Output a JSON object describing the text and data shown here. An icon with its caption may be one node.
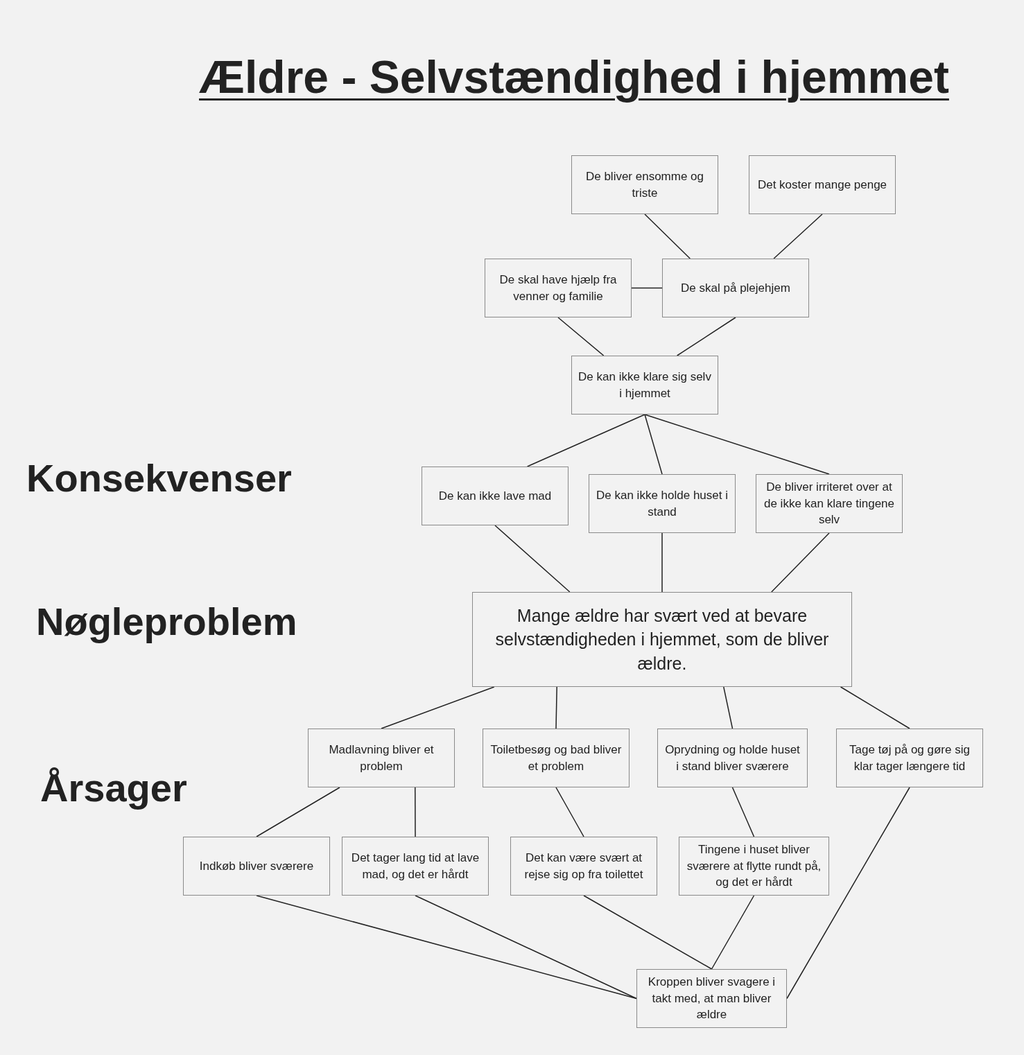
{
  "diagram": {
    "title": "Ældre - Selvstændighed i hjemmet",
    "nodes": [
      {
        "text": [
          "De bliver ensomme og triste"
        ]
      },
      {
        "text": [
          "Det koster mange penge"
        ]
      },
      {
        "text": [
          "De skal have hjælp fra venner og familie"
        ]
      },
      {
        "text": [
          "De skal på plejehjem"
        ]
      },
      {
        "text": [
          "De kan ikke klare sig selv i hjemmet"
        ]
      },
      {
        "text": [
          "De kan ikke lave mad"
        ]
      },
      {
        "text": [
          "De kan ikke holde huset i stand"
        ]
      },
      {
        "text": [
          "De bliver irriteret over at de ikke kan klare tingene selv"
        ]
      },
      {
        "text": [
          "Mange ældre har svært ved at bevare selvstændigheden i hjemmet, som de bliver ældre."
        ]
      },
      {
        "text": [
          "Madlavning bliver et problem"
        ]
      },
      {
        "text": [
          "Toiletbesøg og bad bliver et problem"
        ]
      },
      {
        "text": [
          "Oprydning og holde huset i stand bliver sværere"
        ]
      },
      {
        "text": [
          "Tage tøj på og gøre sig klar tager længere tid"
        ]
      },
      {
        "text": [
          "Indkøb bliver sværere"
        ]
      },
      {
        "text": [
          "Det tager lang tid at lave mad, og det er hårdt"
        ]
      },
      {
        "text": [
          "Det kan være svært at rejse sig op fra toilettet"
        ]
      },
      {
        "text": [
          "Tingene i huset bliver sværere at flytte rundt på, og det er hårdt"
        ]
      },
      {
        "text": [
          "Kroppen bliver svagere i takt med, at man bliver ældre"
        ]
      }
    ],
    "edges": [
      {
        "from": 0,
        "to": 3,
        "arrow": "none"
      },
      {
        "from": 1,
        "to": 3,
        "arrow": "none"
      },
      {
        "from": 2,
        "to": 3,
        "arrow": "none"
      },
      {
        "from": 2,
        "to": 4,
        "arrow": "none"
      },
      {
        "from": 3,
        "to": 4,
        "arrow": "none"
      },
      {
        "from": 4,
        "to": 5,
        "arrow": "none"
      },
      {
        "from": 4,
        "to": 6,
        "arrow": "none"
      },
      {
        "from": 4,
        "to": 7,
        "arrow": "none"
      },
      {
        "from": 5,
        "to": 8,
        "arrow": "none"
      },
      {
        "from": 6,
        "to": 8,
        "arrow": "none"
      },
      {
        "from": 7,
        "to": 8,
        "arrow": "none"
      },
      {
        "from": 8,
        "to": 9,
        "arrow": "none"
      },
      {
        "from": 8,
        "to": 10,
        "arrow": "none"
      },
      {
        "from": 8,
        "to": 11,
        "arrow": "none"
      },
      {
        "from": 8,
        "to": 12,
        "arrow": "none"
      },
      {
        "from": 9,
        "to": 13,
        "arrow": "none"
      },
      {
        "from": 9,
        "to": 14,
        "arrow": "none"
      },
      {
        "from": 10,
        "to": 15,
        "arrow": "none"
      },
      {
        "from": 11,
        "to": 16,
        "arrow": "none"
      },
      {
        "from": 13,
        "to": 17,
        "arrow": "none"
      },
      {
        "from": 14,
        "to": 17,
        "arrow": "none"
      },
      {
        "from": 15,
        "to": 17,
        "arrow": "none"
      },
      {
        "from": 16,
        "to": 17,
        "arrow": "none"
      },
      {
        "from": 12,
        "to": 17,
        "arrow": "none"
      }
    ],
    "labels": [
      "Konsekvenser",
      "Nøgleproblem",
      "Årsager"
    ]
  }
}
